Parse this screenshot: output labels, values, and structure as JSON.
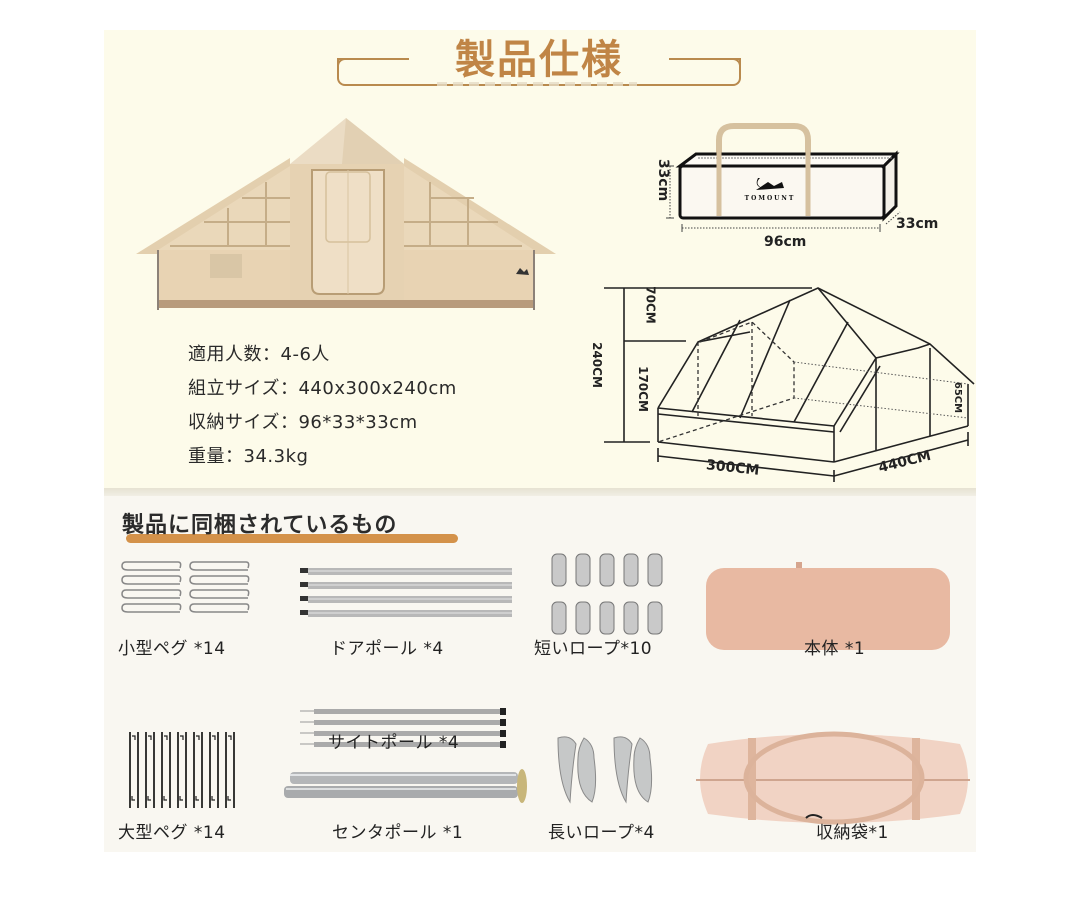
{
  "page": {
    "title": "製品仕様",
    "colors": {
      "accent": "#c08546",
      "frame": "#b98a4e",
      "upper_bg": "#fdfbea",
      "lower_bg": "#f9f7f1",
      "heading_underline": "#d4924a",
      "tent_fabric": "#e9d7bb",
      "body_pink": "#e8b9a2"
    }
  },
  "specs": {
    "capacity": "適用人数：4-6人",
    "assembled_size": "組立サイズ：440x300x240cm",
    "storage_size": "収納サイズ：96*33*33cm",
    "weight": "重量：34.3kg"
  },
  "bag_diagram": {
    "brand": "TOMOUNT",
    "height_label": "33cm",
    "depth_label": "33cm",
    "width_label": "96cm"
  },
  "tent_diagram": {
    "roof_height": "70CM",
    "total_height": "240CM",
    "wall_height": "170CM",
    "side_wall": "65CM",
    "front_width": "300CM",
    "side_length": "440CM"
  },
  "contents": {
    "heading": "製品に同梱されているもの",
    "items": [
      {
        "label": "小型ペグ *14"
      },
      {
        "label": "ドアポール *4"
      },
      {
        "label": "短いロープ*10"
      },
      {
        "label": "本体 *1"
      },
      {
        "label": "サイトポール *4"
      },
      {
        "label": "大型ペグ *14"
      },
      {
        "label": "センタポール *1"
      },
      {
        "label": "長いロープ*4"
      },
      {
        "label": "収納袋*1"
      }
    ]
  }
}
